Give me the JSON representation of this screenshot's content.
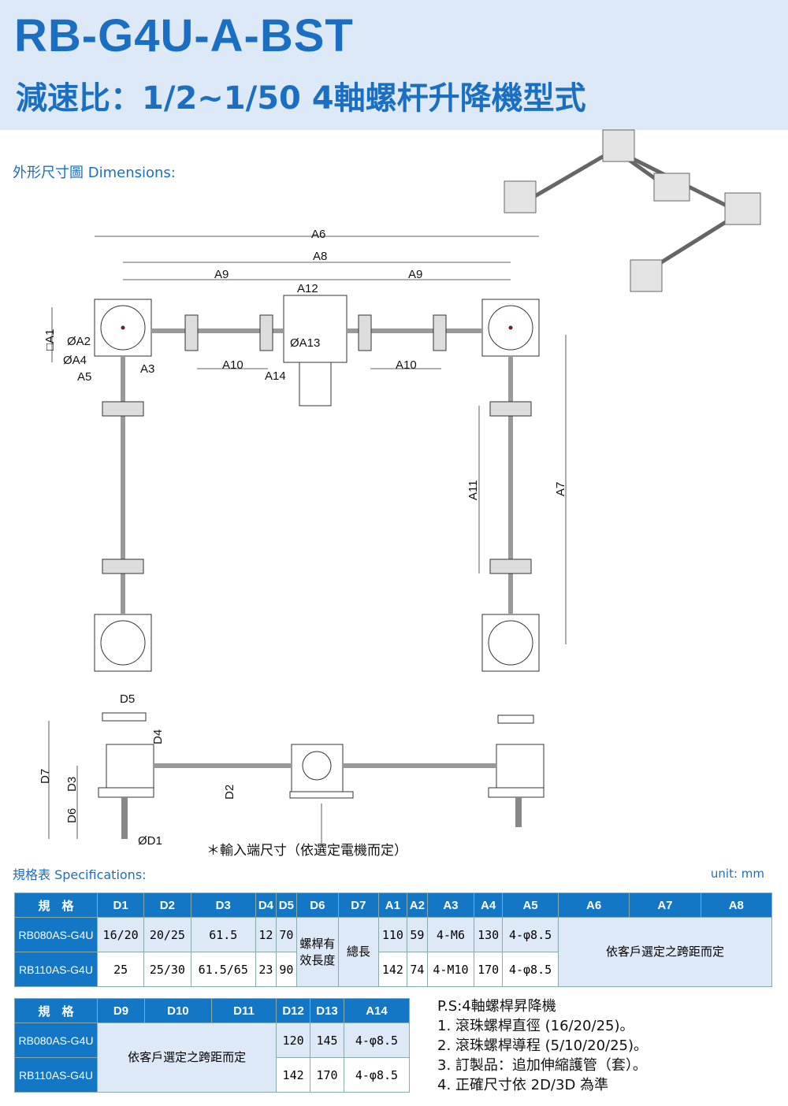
{
  "header": {
    "title": "RB-G4U-A-BST",
    "subtitle": "減速比：1/2~1/50  4軸螺杆升降機型式"
  },
  "dimensions_heading": "外形尺寸圖 Dimensions:",
  "drawing": {
    "A6": "A6",
    "A8": "A8",
    "A9": "A9",
    "A12": "A12",
    "A1": "□A1",
    "A2": "ØA2",
    "A4": "ØA4",
    "A5": "A5",
    "A3": "A3",
    "A10": "A10",
    "A14": "A14",
    "A13": "ØA13",
    "A11": "A11",
    "A7": "A7",
    "D5": "D5",
    "D4": "D4",
    "D7": "D7",
    "D3": "D3",
    "D6": "D6",
    "D2": "D2",
    "D1": "ØD1",
    "note": "＊輸入端尺寸（依選定電機而定）"
  },
  "specs_heading": "規格表 Specifications:",
  "unit": "unit: mm",
  "table1": {
    "headers": [
      "規　格",
      "D1",
      "D2",
      "D3",
      "D4",
      "D5",
      "D6",
      "D7",
      "A1",
      "A2",
      "A3",
      "A4",
      "A5",
      "A6",
      "A7",
      "A8"
    ],
    "rows": [
      {
        "model": "RB080AS-G4U",
        "D1": "16/20",
        "D2": "20/25",
        "D3": "61.5",
        "D4": "12",
        "D5": "70",
        "A1": "110",
        "A2": "59",
        "A3": "4-M6",
        "A4": "130",
        "A5": "4-φ8.5"
      },
      {
        "model": "RB110AS-G4U",
        "D1": "25",
        "D2": "25/30",
        "D3": "61.5/65",
        "D4": "23",
        "D5": "90",
        "A1": "142",
        "A2": "74",
        "A3": "4-M10",
        "A4": "170",
        "A5": "4-φ8.5"
      }
    ],
    "D6": "螺桿有效長度",
    "D7": "總長",
    "A6_A8": "依客戶選定之跨距而定"
  },
  "table2": {
    "headers": [
      "規　格",
      "D9",
      "D10",
      "D11",
      "D12",
      "D13",
      "A14"
    ],
    "rows": [
      {
        "model": "RB080AS-G4U",
        "D12": "120",
        "D13": "145",
        "A14": "4-φ8.5"
      },
      {
        "model": "RB110AS-G4U",
        "D12": "142",
        "D13": "170",
        "A14": "4-φ8.5"
      }
    ],
    "D9_D11": "依客戶選定之跨距而定"
  },
  "notes": [
    "P.S:4軸螺桿昇降機",
    "1. 滾珠螺桿直徑 (16/20/25)。",
    "2. 滾珠螺桿導程 (5/10/20/25)。",
    "3. 訂製品：追加伸縮護管（套）。",
    "4. 正確尺寸依 2D/3D 為準"
  ]
}
